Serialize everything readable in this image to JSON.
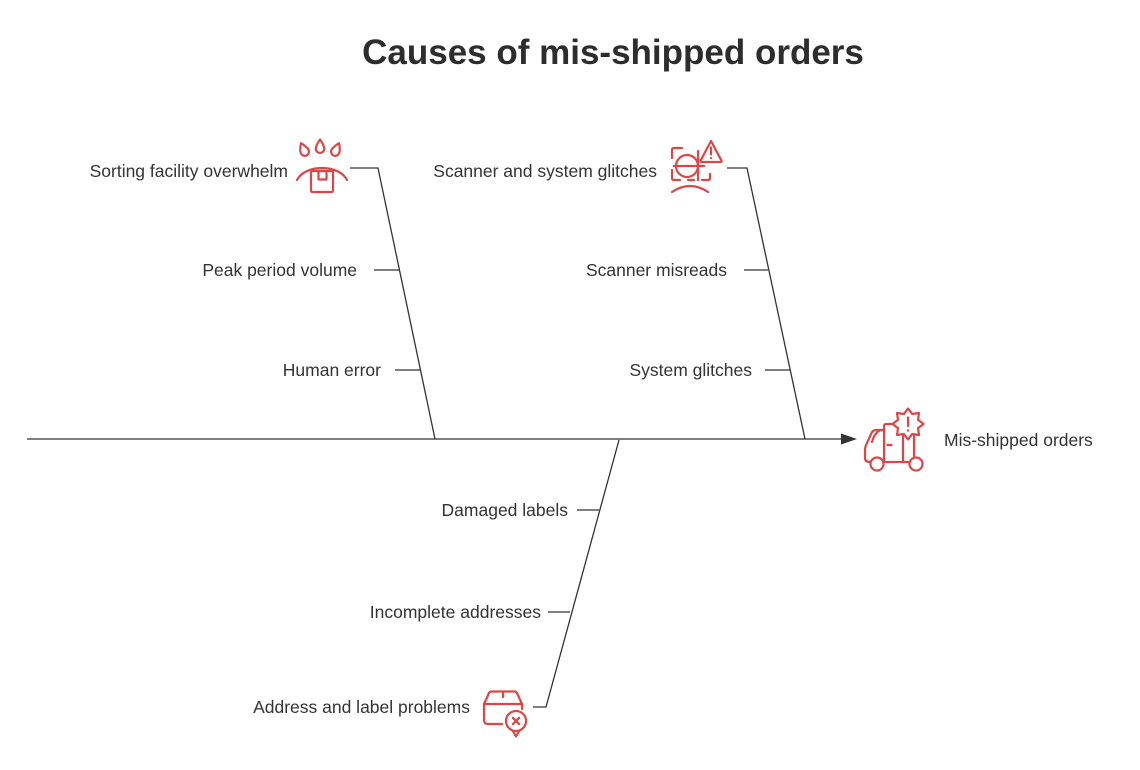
{
  "title": "Causes of mis-shipped orders",
  "effect": {
    "label": "Mis-shipped orders",
    "icon": "alert-delivery-truck-icon"
  },
  "branches": [
    {
      "label": "Sorting facility overwhelm",
      "icon": "overwhelmed-package-icon",
      "position": "top-left",
      "causes": [
        "Peak period volume",
        "Human error"
      ]
    },
    {
      "label": "Scanner and system glitches",
      "icon": "scanner-warning-icon",
      "position": "top-right",
      "causes": [
        "Scanner misreads",
        "System glitches"
      ]
    },
    {
      "label": "Address and label problems",
      "icon": "package-location-error-icon",
      "position": "bottom",
      "causes": [
        "Damaged labels",
        "Incomplete addresses"
      ]
    }
  ],
  "colors": {
    "accent_red": "#dc4646",
    "line": "#333333",
    "text": "#333333",
    "title_text": "#2d2d2d",
    "background": "#ffffff"
  },
  "diagram_type": "fishbone"
}
